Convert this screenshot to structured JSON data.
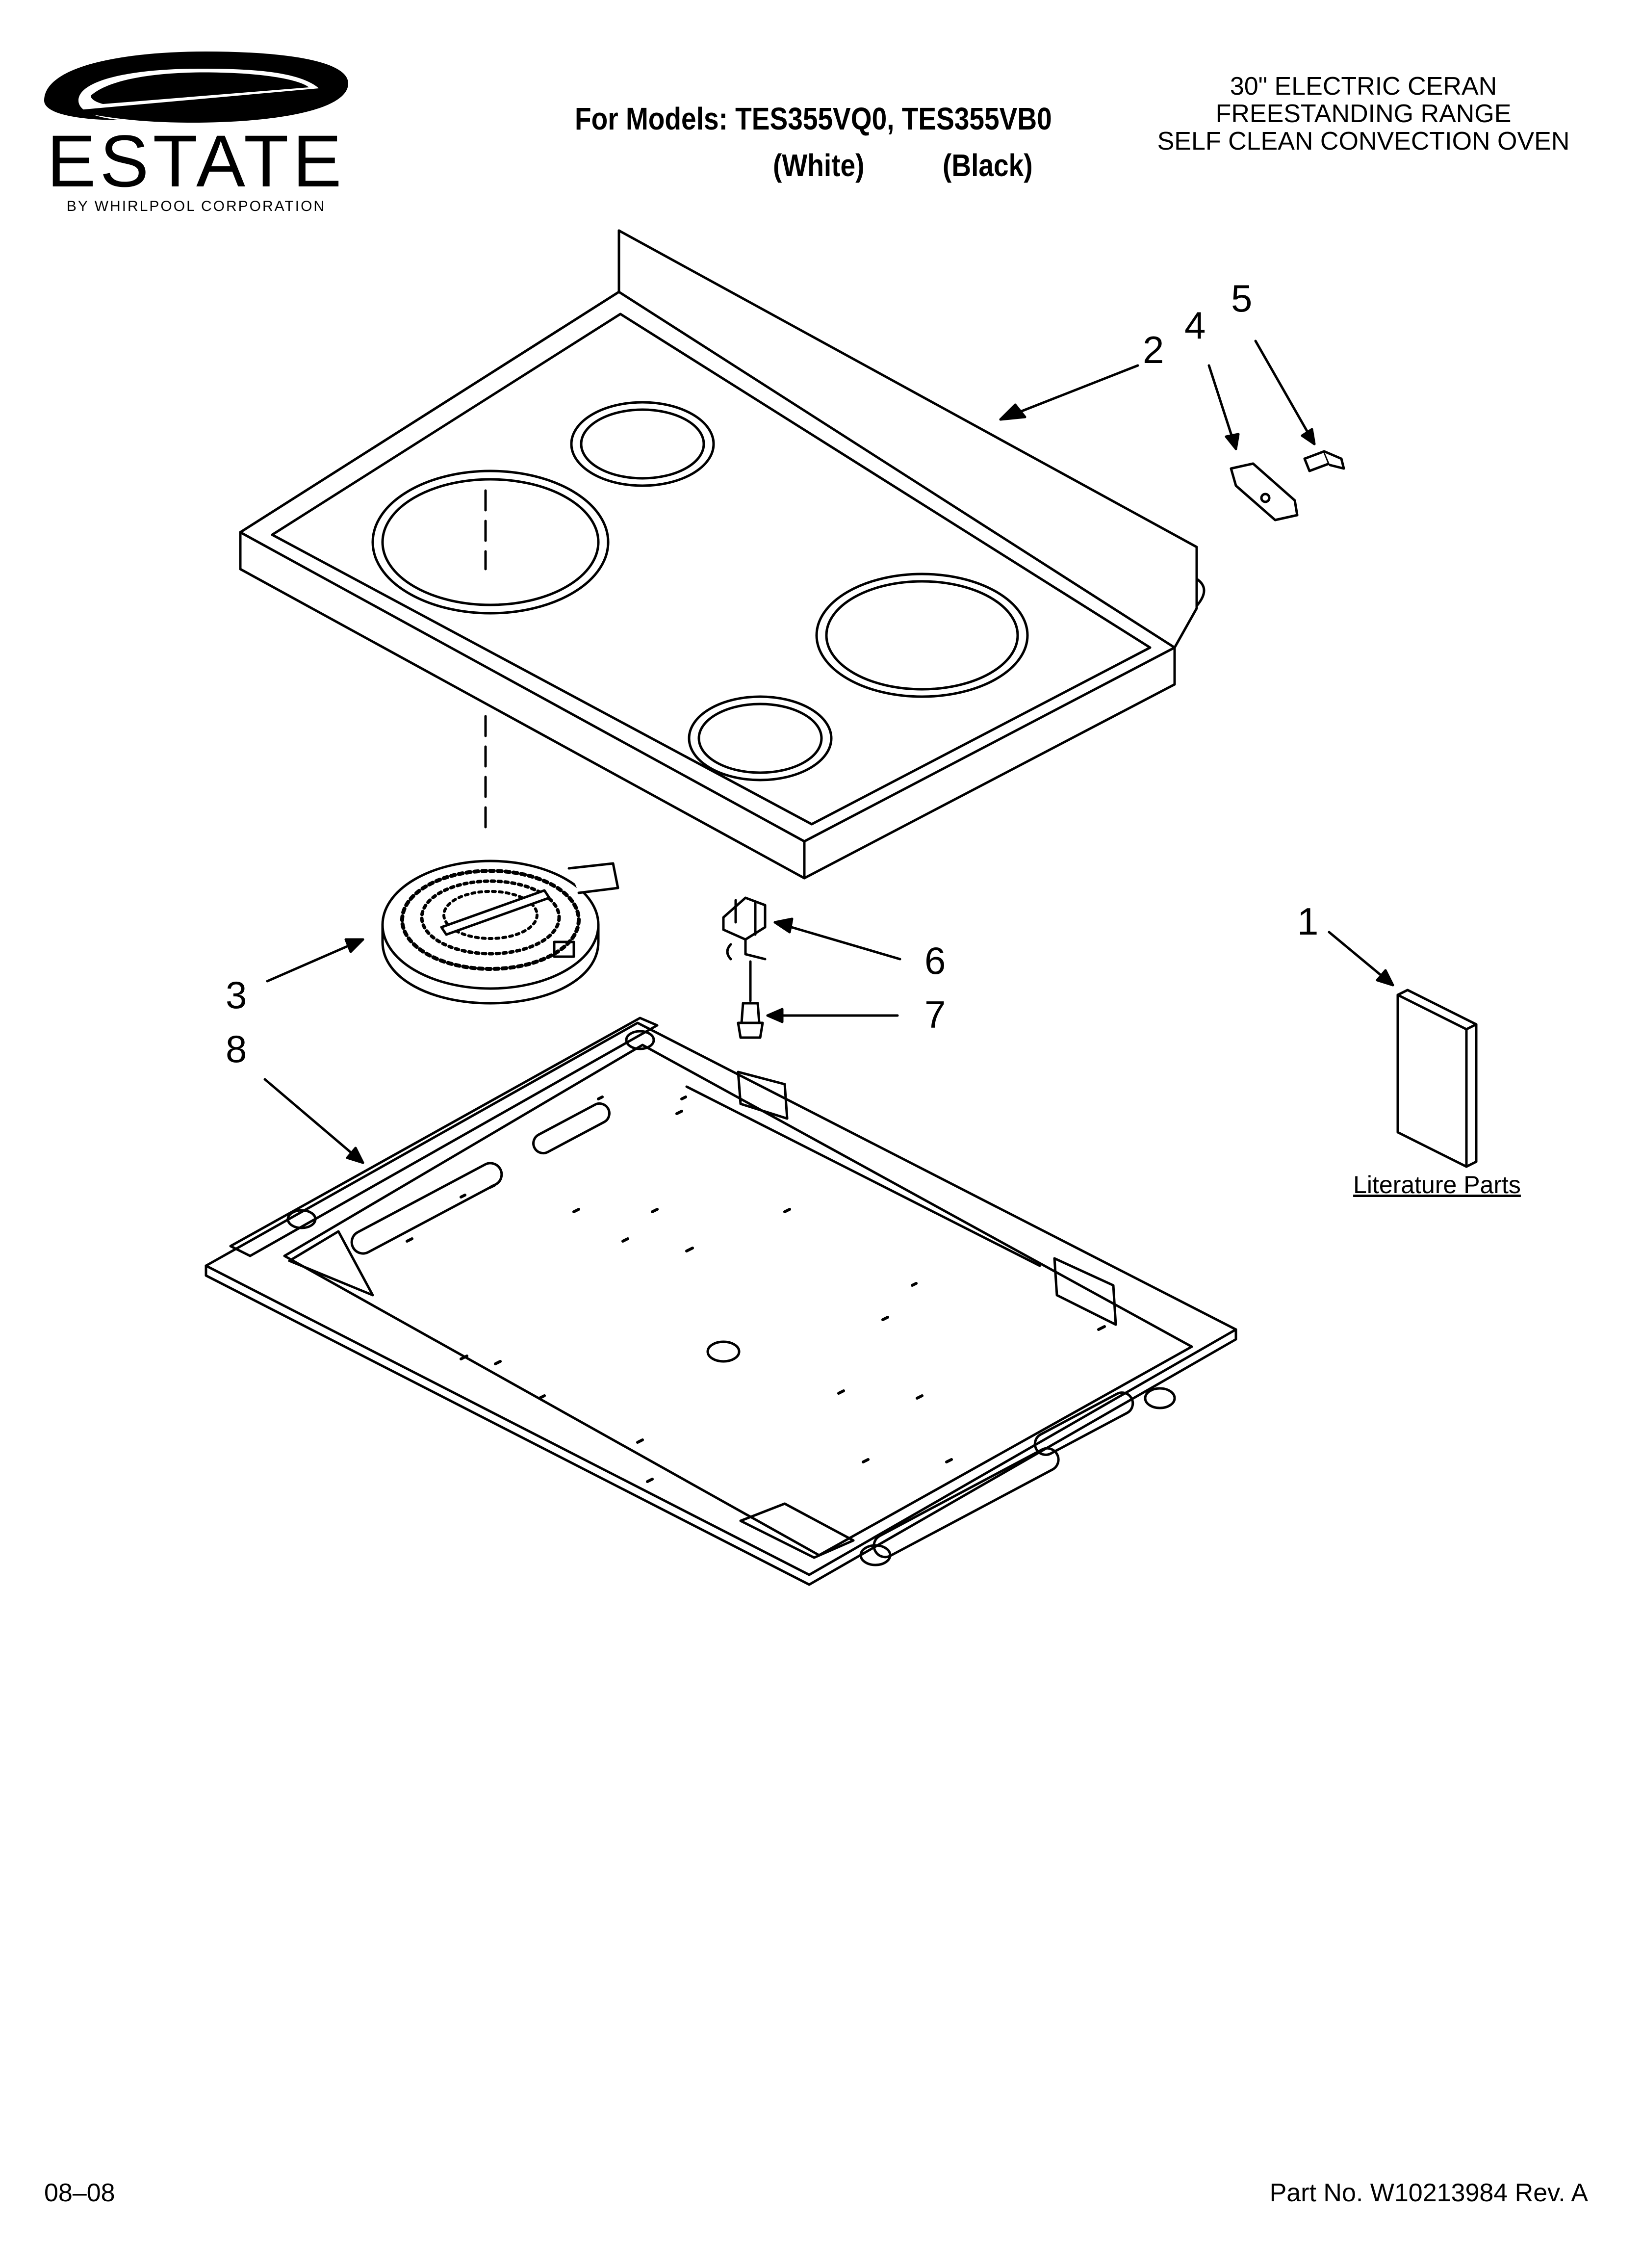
{
  "brand": {
    "name": "ESTATE",
    "tagline": "BY WHIRLPOOL CORPORATION"
  },
  "header": {
    "models_line": "For Models: TES355VQ0, TES355VB0",
    "color_white": "(White)",
    "color_black": "(Black)",
    "description": [
      "30\" ELECTRIC CERAN",
      "FREESTANDING RANGE",
      "SELF CLEAN CONVECTION OVEN"
    ]
  },
  "callouts": [
    "1",
    "2",
    "3",
    "4",
    "5",
    "6",
    "7",
    "8"
  ],
  "literature_label": "Literature Parts",
  "footer": {
    "date": "08–08",
    "part_number": "Part No. W10213984 Rev. A"
  }
}
